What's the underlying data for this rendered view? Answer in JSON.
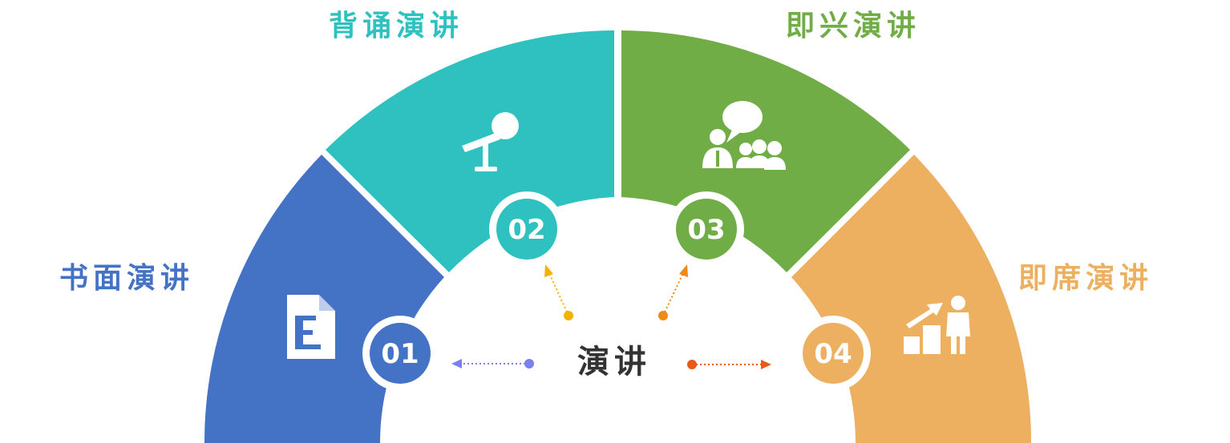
{
  "title": "演讲",
  "segments": [
    {
      "number": "01",
      "label": "书面演讲",
      "color": "#4472c4",
      "icon": "document-icon",
      "dot_color": "#7b7ff0"
    },
    {
      "number": "02",
      "label": "背诵演讲",
      "color": "#2ec1c0",
      "icon": "microphone-icon",
      "dot_color": "#f2b300"
    },
    {
      "number": "03",
      "label": "即兴演讲",
      "color": "#70ad47",
      "icon": "speaking-audience-icon",
      "dot_color": "#ef8a17"
    },
    {
      "number": "04",
      "label": "即席演讲",
      "color": "#edaf60",
      "icon": "growth-chart-person-icon",
      "dot_color": "#e8591a"
    }
  ],
  "center_text_color": "#333333"
}
